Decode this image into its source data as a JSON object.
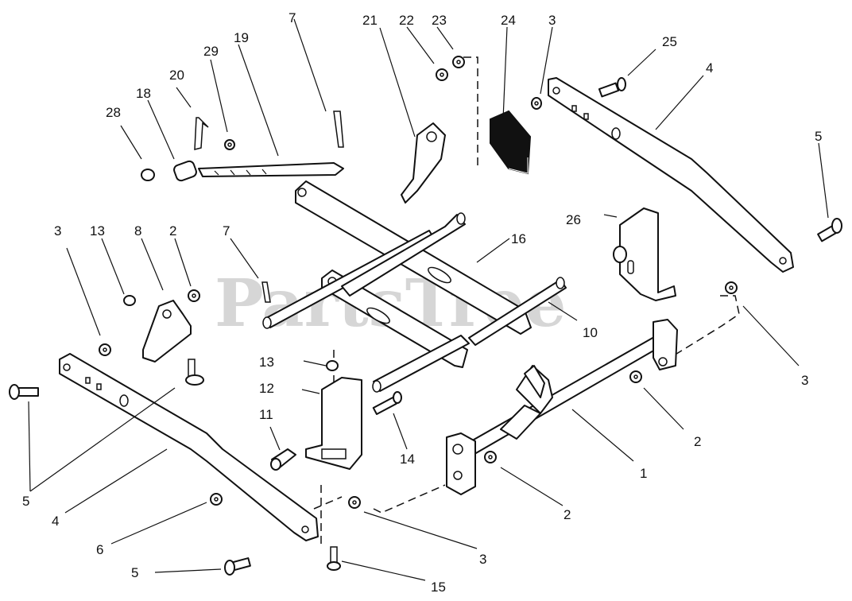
{
  "watermark": "PartsTree",
  "callouts": {
    "c1": "1",
    "c2a": "2",
    "c2b": "2",
    "c2c": "2",
    "c3a": "3",
    "c3b": "3",
    "c3c": "3",
    "c3d": "3",
    "c4a": "4",
    "c4b": "4",
    "c5a": "5",
    "c5b": "5",
    "c5c": "5",
    "c6": "6",
    "c7a": "7",
    "c7b": "7",
    "c8": "8",
    "c10": "10",
    "c11": "11",
    "c12": "12",
    "c13a": "13",
    "c13b": "13",
    "c14": "14",
    "c15": "15",
    "c16": "16",
    "c18": "18",
    "c19": "19",
    "c20": "20",
    "c21": "21",
    "c22": "22",
    "c23": "23",
    "c24": "24",
    "c25": "25",
    "c26": "26",
    "c28": "28",
    "c29": "29"
  }
}
